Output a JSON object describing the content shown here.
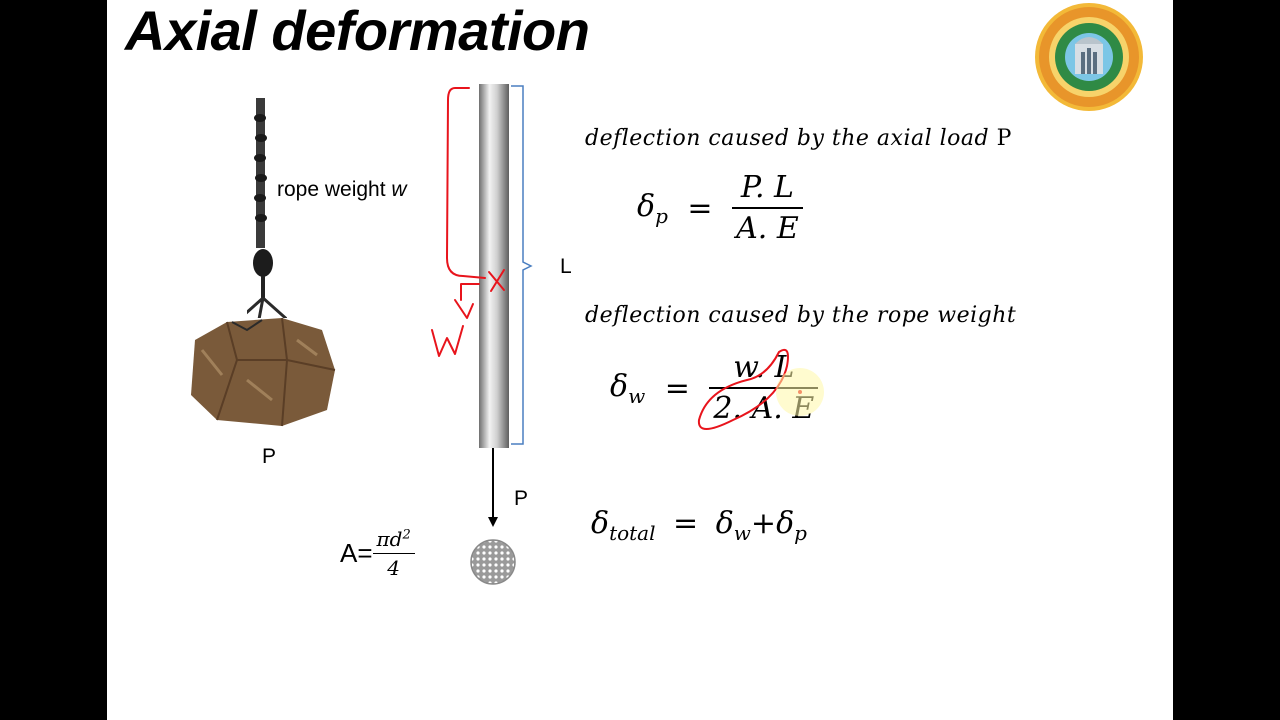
{
  "slide": {
    "title": "Axial deformation",
    "labels": {
      "rope_weight_prefix": "rope weight ",
      "rope_weight_var": "w",
      "load_label_stone": "P",
      "load_label_arrow": "P",
      "length_label": "L",
      "area_prefix": "A=",
      "area_numerator": "πd",
      "area_exponent": "2",
      "area_denominator": "4"
    },
    "eq1": {
      "caption": "deflection caused by the axial  load",
      "caption_tail": "P",
      "lhs": "δ",
      "lhs_sub": "p",
      "numerator": "P. L",
      "denominator": "A. E"
    },
    "eq2": {
      "caption": "deflection caused by the rope weight",
      "lhs": "δ",
      "lhs_sub": "w",
      "numerator": "w. L",
      "denominator": "2. A. E"
    },
    "eq3": {
      "lhs": "δ",
      "lhs_sub": "total",
      "equals": "=",
      "t1": "δ",
      "t1_sub": "w",
      "plus": "+",
      "t2": "δ",
      "t2_sub": "p"
    },
    "annotation": {
      "handwritten": "W",
      "color": "#e8141c"
    },
    "colors": {
      "background": "#000000",
      "slide": "#ffffff",
      "annotation": "#e8141c",
      "bracket": "#4a7ec0",
      "logo_ring": "#f0b030",
      "logo_inner": "#1f6a35"
    }
  }
}
